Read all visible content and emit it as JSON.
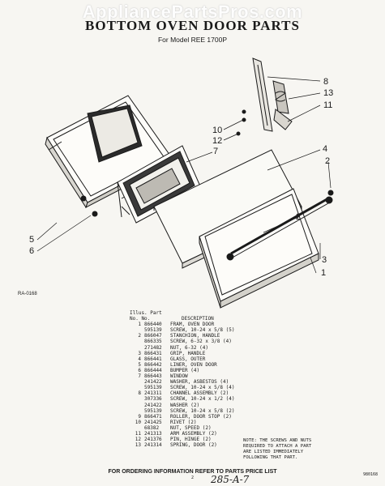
{
  "watermark": "AppliancePartsPros.com",
  "header": {
    "title": "BOTTOM OVEN DOOR PARTS",
    "subtitle": "For Model REE 1700P"
  },
  "callouts": [
    "1",
    "2",
    "3",
    "4",
    "5",
    "6",
    "7",
    "8",
    "10",
    "11",
    "12",
    "13"
  ],
  "figure_code": "RA-0168",
  "parts_table": {
    "headers": {
      "illus": "Illus. Part",
      "no": "No.  No.",
      "desc": "DESCRIPTION"
    },
    "rows": [
      {
        "illus": "1",
        "part": "866440",
        "desc": "FRAM, OVEN DOOR"
      },
      {
        "illus": "",
        "part": "595139",
        "desc": "SCREW, 10-24 x 5/8 (5)"
      },
      {
        "illus": "2",
        "part": "866047",
        "desc": "STANCHION, HANDLE"
      },
      {
        "illus": "",
        "part": "866335",
        "desc": "SCREW, 6-32 x 3/8 (4)"
      },
      {
        "illus": "",
        "part": "271482",
        "desc": "NUT, 6-32 (4)"
      },
      {
        "illus": "3",
        "part": "866431",
        "desc": "GRIP, HANDLE"
      },
      {
        "illus": "4",
        "part": "866441",
        "desc": "GLASS, OUTER"
      },
      {
        "illus": "5",
        "part": "866442",
        "desc": "LINER, OVEN DOOR"
      },
      {
        "illus": "6",
        "part": "866444",
        "desc": "BUMPER (4)"
      },
      {
        "illus": "7",
        "part": "866443",
        "desc": "WINDOW"
      },
      {
        "illus": "",
        "part": "241422",
        "desc": "WASHER, ASBESTOS (4)"
      },
      {
        "illus": "",
        "part": "595139",
        "desc": "SCREW, 10-24 x 5/8 (4)"
      },
      {
        "illus": "8",
        "part": "241311",
        "desc": "CHANNEL ASSEMBLY (2)"
      },
      {
        "illus": "",
        "part": "307336",
        "desc": "SCREW, 10-24 x 1/2 (4)"
      },
      {
        "illus": "",
        "part": "241422",
        "desc": "WASHER (2)"
      },
      {
        "illus": "",
        "part": "595139",
        "desc": "SCREW, 10-24 x 5/8 (2)"
      },
      {
        "illus": "9",
        "part": "866471",
        "desc": "ROLLER, DOOR STOP (2)"
      },
      {
        "illus": "10",
        "part": "241425",
        "desc": "RIVET (2)"
      },
      {
        "illus": "",
        "part": "68382",
        "desc": "NUT, SPEED (2)"
      },
      {
        "illus": "11",
        "part": "241313",
        "desc": "ARM ASSEMBLY (2)"
      },
      {
        "illus": "12",
        "part": "241376",
        "desc": "PIN, HINGE (2)"
      },
      {
        "illus": "13",
        "part": "241314",
        "desc": "SPRING, DOOR (2)"
      }
    ]
  },
  "note": "NOTE: THE SCREWS AND NUTS\nREQUIRED TO ATTACH A PART\nARE LISTED IMMEDIATELY\nFOLLOWING THAT PART.",
  "footer": "FOR ORDERING INFORMATION REFER TO PARTS PRICE LIST",
  "page_number": "2",
  "handwritten": "285-A-7",
  "drawing_number": "980168"
}
